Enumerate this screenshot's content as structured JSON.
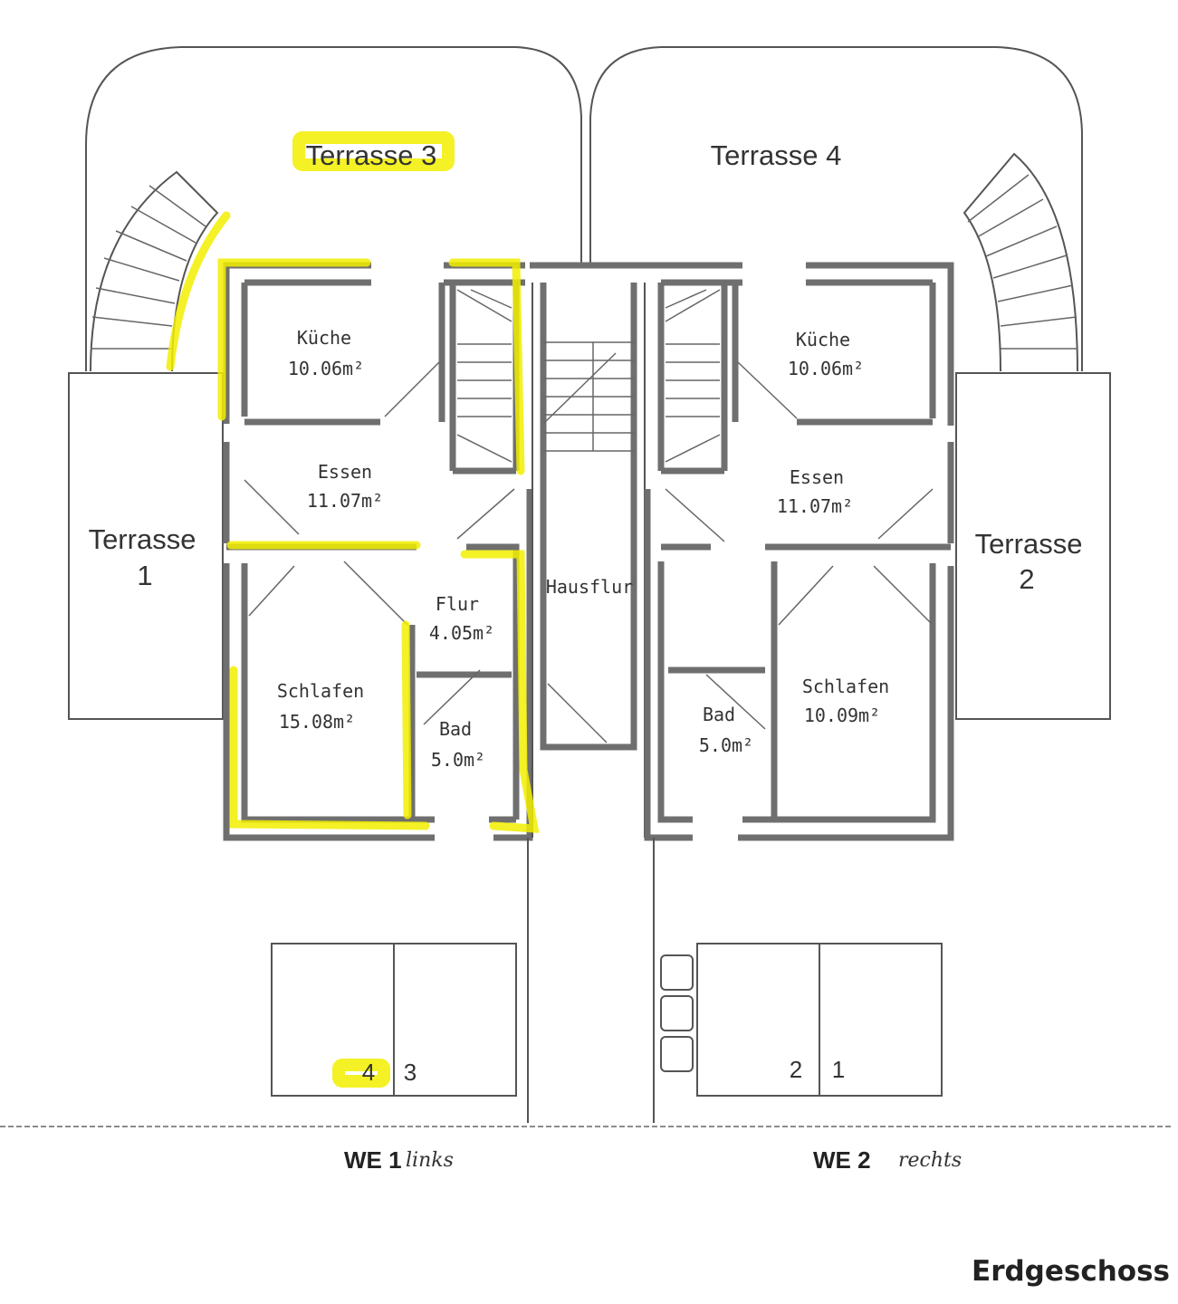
{
  "plan": {
    "title": "Erdgeschoss",
    "highlight_color": "#f2ef00",
    "terraces": {
      "t1_word": "Terrasse",
      "t1_num": "1",
      "t2_word": "Terrasse",
      "t2_num": "2",
      "t3": "Terrasse 3",
      "t4": "Terrasse 4"
    },
    "left_unit": {
      "kitchen_name": "Küche",
      "kitchen_area": "10.06m²",
      "dining_name": "Essen",
      "dining_area": "11.07m²",
      "hall_name": "Flur",
      "hall_area": "4.05m²",
      "bedroom_name": "Schlafen",
      "bedroom_area": "15.08m²",
      "bath_name": "Bad",
      "bath_area": "5.0m²"
    },
    "right_unit": {
      "kitchen_name": "Küche",
      "kitchen_area": "10.06m²",
      "dining_name": "Essen",
      "dining_area": "11.07m²",
      "bath_name": "Bad",
      "bath_area": "5.0m²",
      "bedroom_name": "Schlafen",
      "bedroom_area": "10.09m²"
    },
    "hallway": "Hausflur",
    "parking": {
      "left_a": "4",
      "left_b": "3",
      "right_a": "2",
      "right_b": "1"
    },
    "units": {
      "left_main": "WE 1",
      "left_hand": "links",
      "right_main": "WE 2",
      "right_hand": "rechts"
    }
  }
}
